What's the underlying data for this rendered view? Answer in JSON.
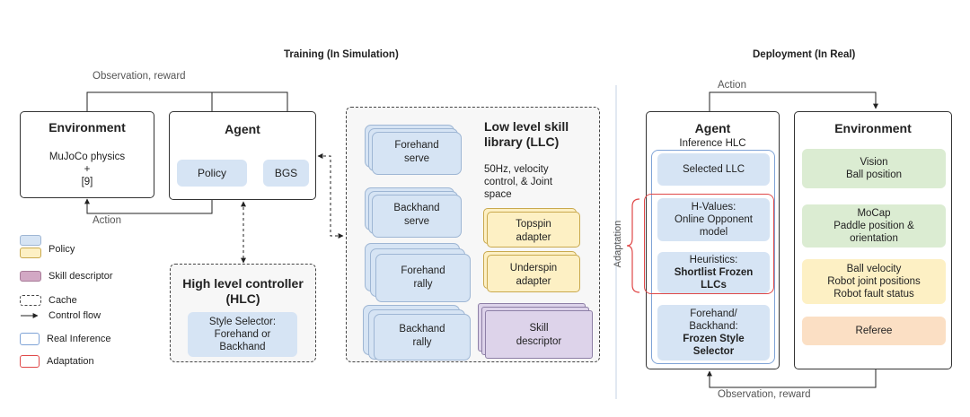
{
  "training": {
    "title": "Training (In Simulation)",
    "obs_label": "Observation, reward",
    "action_label": "Action",
    "environment": {
      "title": "Environment",
      "line1": "MuJoCo physics",
      "line2": "+",
      "line3": "[9]"
    },
    "agent": {
      "title": "Agent",
      "policy": "Policy",
      "bgs": "BGS"
    },
    "hlc": {
      "title_line1": "High level controller",
      "title_line2": "(HLC)",
      "selector_line1": "Style Selector:",
      "selector_line2": "Forehand or",
      "selector_line3": "Backhand"
    },
    "llc": {
      "title_line1": "Low level skill",
      "title_line2": "library (LLC)",
      "desc_line1": "50Hz, velocity",
      "desc_line2": "control,  & Joint",
      "desc_line3": "space",
      "cards": [
        {
          "line1": "Forehand",
          "line2": "serve"
        },
        {
          "line1": "Backhand",
          "line2": "serve"
        },
        {
          "line1": "Forehand",
          "line2": "rally"
        },
        {
          "line1": "Backhand",
          "line2": "rally"
        }
      ],
      "topspin": {
        "line1": "Topspin",
        "line2": "adapter"
      },
      "underspin": {
        "line1": "Underspin",
        "line2": "adapter"
      },
      "skill": {
        "line1": "Skill",
        "line2": "descriptor"
      }
    }
  },
  "legend": {
    "policy": "Policy",
    "skill_descriptor": "Skill descriptor",
    "cache": "Cache",
    "control_flow": "Control flow",
    "real_inference": "Real Inference",
    "adaptation": "Adaptation"
  },
  "deployment": {
    "title": "Deployment (In Real)",
    "action_label": "Action",
    "obs_label": "Observation, reward",
    "adaptation_label": "Adaptation",
    "agent": {
      "title": "Agent",
      "subtitle": "Inference HLC",
      "selected_llc": "Selected LLC",
      "hvalues_line1": "H-Values:",
      "hvalues_line2": "Online Opponent",
      "hvalues_line3": "model",
      "heur_line1": "Heuristics:",
      "heur_line2": "Shortlist Frozen",
      "heur_line3": "LLCs",
      "style_line1": "Forehand/",
      "style_line2": "Backhand:",
      "style_line3": "Frozen Style",
      "style_line4": "Selector"
    },
    "environment": {
      "title": "Environment",
      "vision_line1": "Vision",
      "vision_line2": "Ball position",
      "mocap_line1": "MoCap",
      "mocap_line2": "Paddle position &",
      "mocap_line3": "orientation",
      "ball_line1": "Ball velocity",
      "ball_line2": "Robot joint positions",
      "ball_line3": "Robot fault status",
      "referee": "Referee"
    }
  },
  "colors": {
    "policy_blue": "#d6e4f4",
    "adapter_yellow": "#fdf0c4",
    "skill_purple": "#d9cfe6",
    "sensor_green": "#dbecd2",
    "referee_orange": "#fbdfc4",
    "adaptation_red": "#e04848",
    "inference_blue": "#7fa3d6"
  }
}
